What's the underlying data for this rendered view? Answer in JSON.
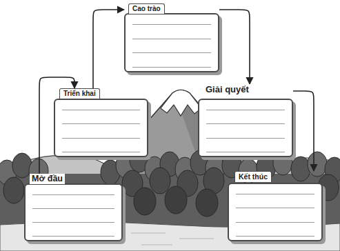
{
  "diagram": {
    "nodes": [
      {
        "text": [
          "Mở đầu"
        ]
      },
      {
        "text": [
          "Triển khai"
        ]
      },
      {
        "text": [
          "Cao trào"
        ]
      },
      {
        "text": [
          "Giải quyết"
        ]
      },
      {
        "text": [
          "Kết thúc"
        ]
      }
    ],
    "edges": [
      {
        "from": 0,
        "to": 1,
        "arrow": "to"
      },
      {
        "from": 1,
        "to": 2,
        "arrow": "to"
      },
      {
        "from": 2,
        "to": 3,
        "arrow": "to"
      },
      {
        "from": 3,
        "to": 4,
        "arrow": "to"
      }
    ]
  }
}
